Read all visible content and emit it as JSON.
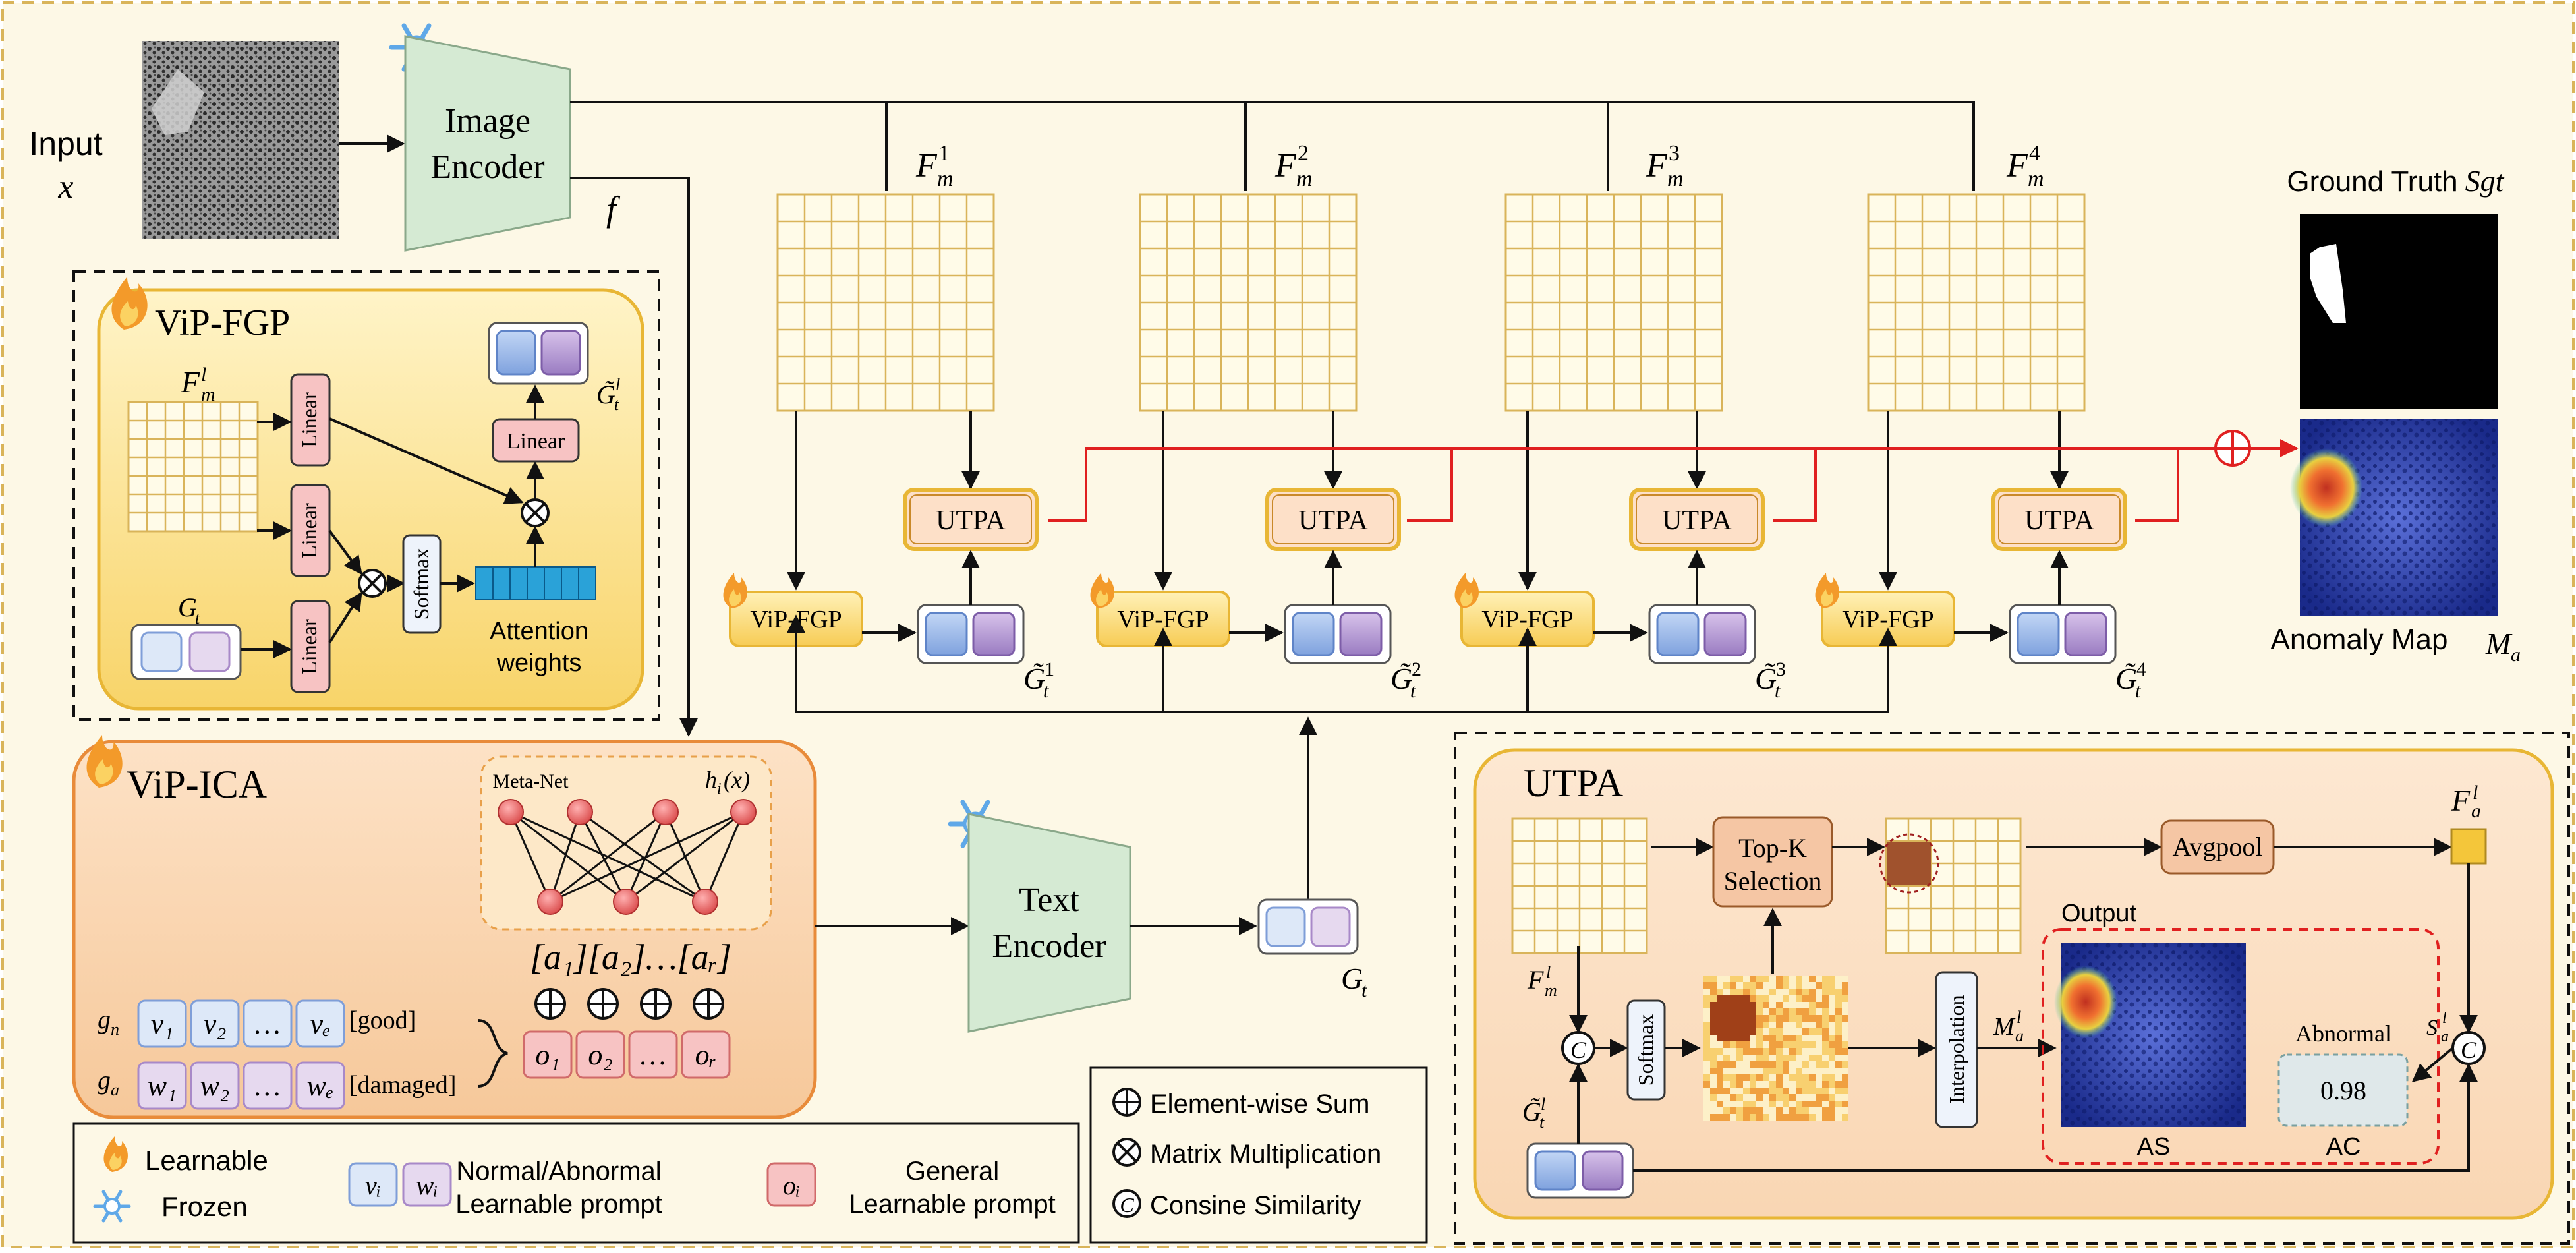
{
  "input": {
    "label": "Input",
    "var": "x"
  },
  "image_encoder": {
    "line1": "Image",
    "line2": "Encoder",
    "out": "f"
  },
  "text_encoder": {
    "line1": "Text",
    "line2": "Encoder"
  },
  "feature_labels": {
    "Fm1": {
      "base": "F",
      "sub": "m",
      "sup": "1"
    },
    "Fm2": {
      "base": "F",
      "sub": "m",
      "sup": "2"
    },
    "Fm3": {
      "base": "F",
      "sub": "m",
      "sup": "3"
    },
    "Fm4": {
      "base": "F",
      "sub": "m",
      "sup": "4"
    }
  },
  "gt_labels": {
    "g1": {
      "base": "G̃",
      "sub": "t",
      "sup": "1"
    },
    "g2": {
      "base": "G̃",
      "sub": "t",
      "sup": "2"
    },
    "g3": {
      "base": "G̃",
      "sub": "t",
      "sup": "3"
    },
    "g4": {
      "base": "G̃",
      "sub": "t",
      "sup": "4"
    }
  },
  "blocks": {
    "utpa": "UTPA",
    "vipfgp": "ViP-FGP"
  },
  "output_panel": {
    "gt_label": "Ground Truth",
    "gt_var": "Sgt",
    "anomaly_label": "Anomaly Map",
    "anomaly_var": "M",
    "anomaly_sub": "a"
  },
  "vipfgp_panel": {
    "title": "ViP-FGP",
    "fm": {
      "base": "F",
      "sub": "m",
      "sup": "l"
    },
    "gt": {
      "base": "G",
      "sub": "t"
    },
    "gtl": {
      "base": "G̃",
      "sub": "t",
      "sup": "l"
    },
    "linear": "Linear",
    "softmax": "Softmax",
    "attn1": "Attention",
    "attn2": "weights"
  },
  "vipica_panel": {
    "title": "ViP-ICA",
    "metanet": "Meta-Net",
    "hx": "h",
    "hx_sub": "i",
    "hx_arg": "(x)",
    "a_seq": "[a₁][a₂]…[aᵣ]",
    "gn": "g",
    "gn_sub": "n",
    "ga": "g",
    "ga_sub": "a",
    "v_tokens": [
      "v₁",
      "v₂",
      "…",
      "vₑ"
    ],
    "w_tokens": [
      "w₁",
      "w₂",
      "…",
      "wₑ"
    ],
    "o_tokens": [
      "o₁",
      "o₂",
      "…",
      "oᵣ"
    ],
    "good": "[good]",
    "damaged": "[damaged]",
    "gt_out": {
      "base": "G",
      "sub": "t"
    }
  },
  "utpa_panel": {
    "title": "UTPA",
    "topk1": "Top-K",
    "topk2": "Selection",
    "avgpool": "Avgpool",
    "softmax": "Softmax",
    "interp": "Interpolation",
    "output": "Output",
    "abnormal": "Abnormal",
    "score": "0.98",
    "as": "AS",
    "ac": "AC",
    "fm": {
      "base": "F",
      "sub": "m",
      "sup": "l"
    },
    "gtl": {
      "base": "G̃",
      "sub": "t",
      "sup": "l"
    },
    "fa": {
      "base": "F",
      "sub": "a",
      "sup": "l"
    },
    "ma": {
      "base": "M",
      "sub": "a",
      "sup": "l"
    },
    "sa": {
      "base": "S",
      "sub": "a",
      "sup": "l"
    }
  },
  "legend": {
    "learnable": "Learnable",
    "frozen": "Frozen",
    "vi": "vᵢ",
    "wi": "wᵢ",
    "nal1": "Normal/Abnormal",
    "nal2": "Learnable prompt",
    "oi": "oᵢ",
    "gl1": "General",
    "gl2": "Learnable prompt",
    "sum": "Element-wise Sum",
    "mm": "Matrix Multiplication",
    "cs": "Consine Similarity"
  },
  "colors": {
    "background": "#fdf8e6",
    "grid": "#d9b45a",
    "red_line": "#e02020",
    "encoder": "#d5ead3",
    "blue_token": "#9db8e8",
    "purple_token": "#b69ad0",
    "pink_box": "#f7c3c3"
  }
}
